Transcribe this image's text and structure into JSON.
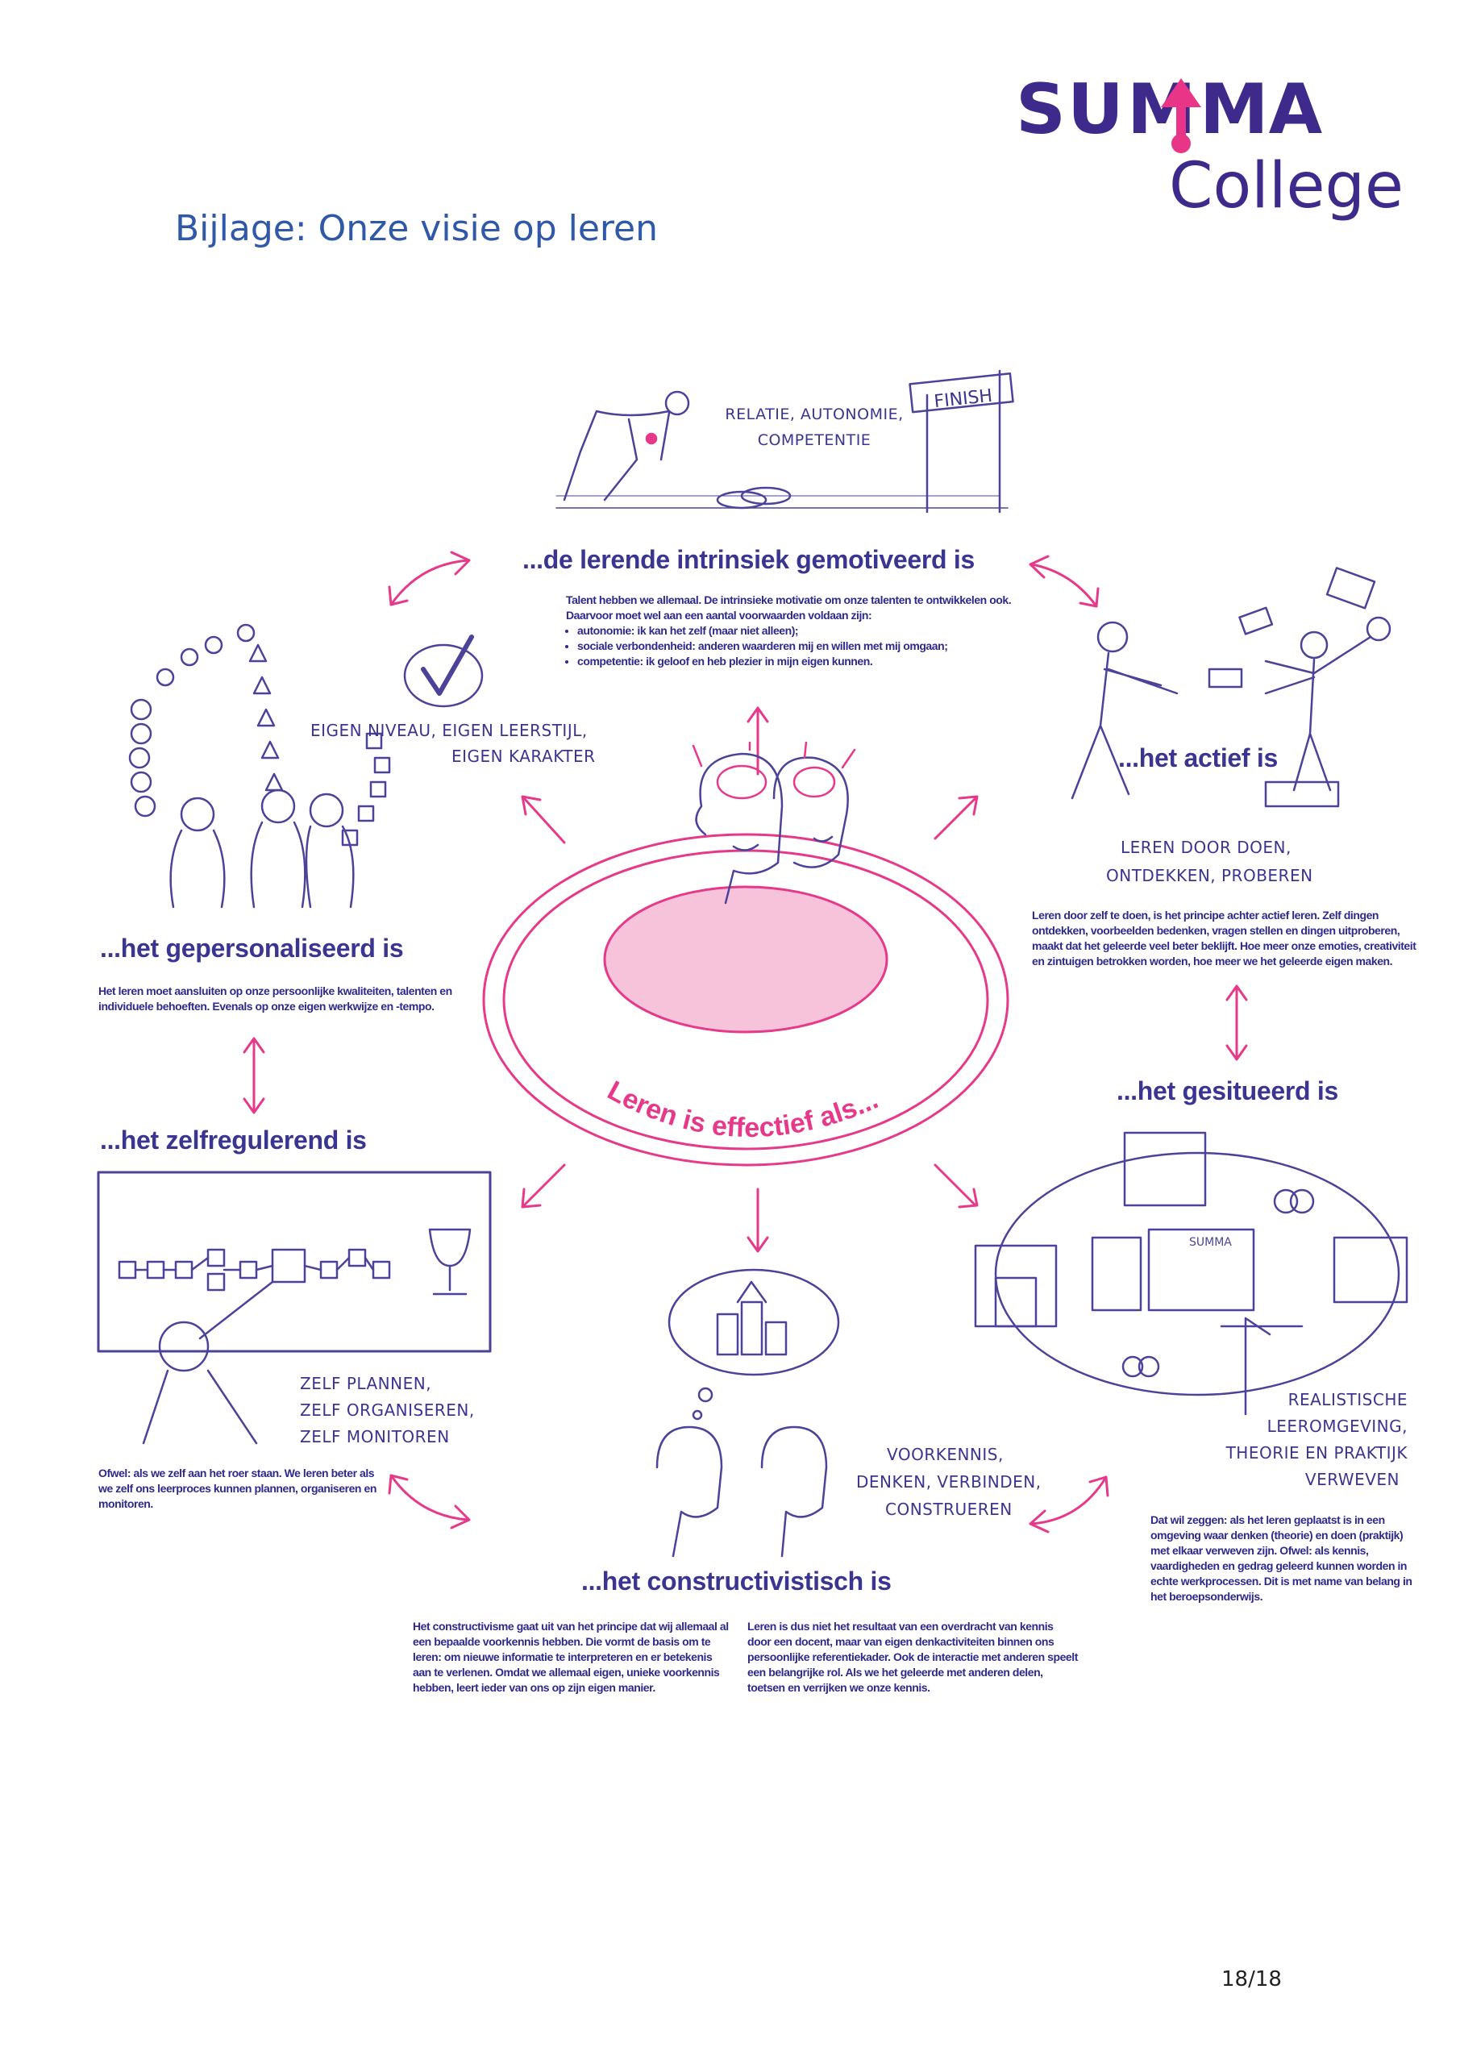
{
  "logo": {
    "line1": "SUMMA",
    "line2": "College",
    "purple": "#3d2a8a",
    "pink": "#e83588"
  },
  "title": "Bijlage: Onze visie op leren",
  "diagram": {
    "center_label": "Leren is effectief als...",
    "accent": "#e6398a",
    "sections": {
      "intrinsic": {
        "heading": "...de lerende intrinsiek gemotiveerd is",
        "sketch_label": "RELATIE, AUTONOMIE, COMPETENTIE",
        "finish_sign": "FINISH",
        "intro": "Talent hebben we allemaal. De intrinsieke motivatie om onze talenten te ontwikkelen ook. Daarvoor moet wel aan een aantal voorwaarden voldaan zijn:",
        "bullets": [
          "autonomie: ik kan het zelf (maar niet alleen);",
          "sociale verbondenheid: anderen waarderen mij en willen met mij omgaan;",
          "competentie: ik geloof en heb plezier in mijn eigen kunnen."
        ]
      },
      "active": {
        "heading": "...het actief is",
        "sketch_label_1": "LEREN DOOR DOEN,",
        "sketch_label_2": "ONTDEKKEN, PROBEREN",
        "text": "Leren door zelf te doen, is het principe achter actief leren. Zelf dingen ontdekken, voorbeelden bedenken, vragen stellen en dingen uitproberen, maakt dat het geleerde veel beter beklijft. Hoe meer onze emoties, creativiteit en zintuigen betrokken worden, hoe meer we het geleerde eigen maken."
      },
      "personalised": {
        "heading": "...het gepersonaliseerd is",
        "sketch_label_1": "EIGEN NIVEAU, EIGEN LEERSTIJL,",
        "sketch_label_2": "EIGEN KARAKTER",
        "text": "Het leren moet aansluiten op onze persoonlijke kwaliteiten, talenten en individuele behoeften. Evenals op onze eigen werkwijze en -tempo."
      },
      "selfregulating": {
        "heading": "...het zelfregulerend is",
        "sketch_label_1": "ZELF PLANNEN,",
        "sketch_label_2": "ZELF ORGANISEREN,",
        "sketch_label_3": "ZELF MONITOREN",
        "text": "Ofwel: als we zelf aan het roer staan. We leren beter als we zelf ons leerproces kunnen plannen, organiseren en monitoren."
      },
      "situated": {
        "heading": "...het gesitueerd is",
        "sketch_label_1": "REALISTISCHE",
        "sketch_label_2": "LEEROMGEVING,",
        "sketch_label_3": "THEORIE EN PRAKTIJK",
        "sketch_label_4": "VERWEVEN",
        "building_sign": "SUMMA",
        "text": "Dat wil zeggen: als het leren geplaatst is in een omgeving waar denken (theorie) en doen (praktijk) met elkaar verweven zijn. Ofwel: als kennis, vaardigheden en gedrag geleerd kunnen worden in echte werkprocessen. Dit is met name van belang in het beroepsonderwijs."
      },
      "constructivist": {
        "heading": "...het constructivistisch is",
        "sketch_label_1": "VOORKENNIS,",
        "sketch_label_2": "DENKEN, VERBINDEN,",
        "sketch_label_3": "CONSTRUEREN",
        "text_left": "Het constructivisme gaat uit van het principe dat wij allemaal al een bepaalde voorkennis hebben. Die vormt de basis om te leren: om nieuwe informatie te interpreteren en er betekenis aan te verlenen. Omdat we allemaal eigen, unieke voorkennis hebben, leert ieder van ons op zijn eigen manier.",
        "text_right": "Leren is dus niet het resultaat van een overdracht van kennis door een docent, maar van eigen denkactiviteiten binnen ons persoonlijke referentiekader. Ook de interactie met anderen speelt een belangrijke rol. Als we het geleerde met anderen delen, toetsen en verrijken we onze kennis."
      }
    }
  },
  "page_number": "18/18"
}
